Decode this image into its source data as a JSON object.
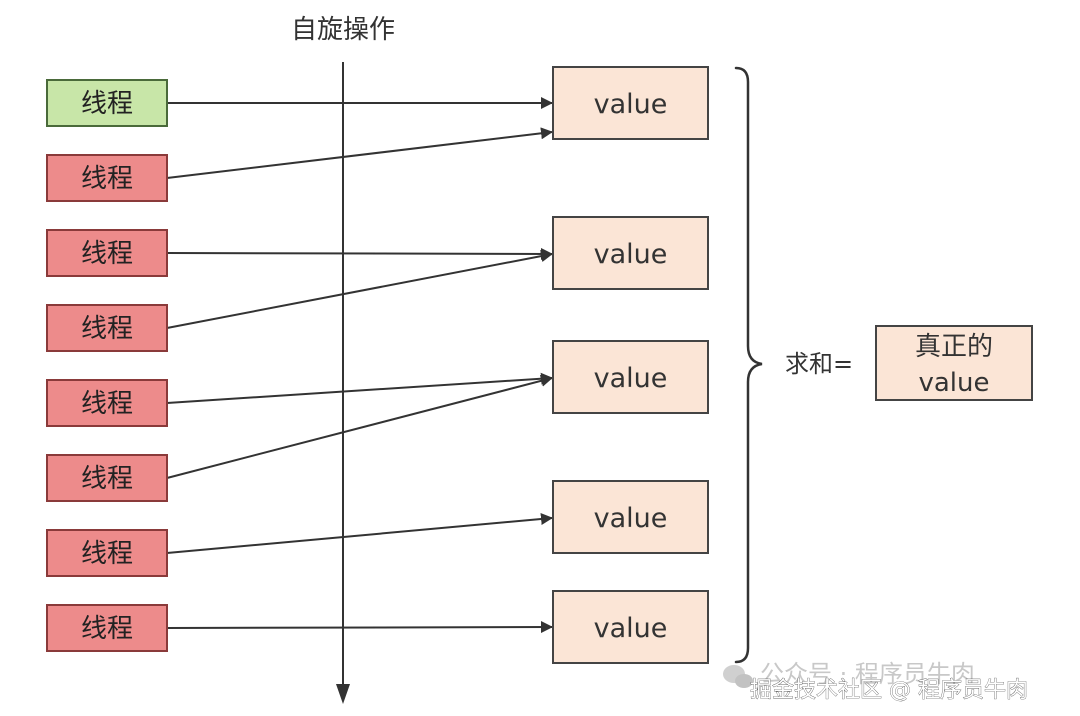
{
  "diagram": {
    "top_label": "自旋操作",
    "threads": [
      {
        "label": "线程",
        "color": "#c8e6a8",
        "target": 0,
        "entry": 0
      },
      {
        "label": "线程",
        "color": "#ed8b8b",
        "target": 0,
        "entry": 1
      },
      {
        "label": "线程",
        "color": "#ed8b8b",
        "target": 1,
        "entry": 0
      },
      {
        "label": "线程",
        "color": "#ed8b8b",
        "target": 1,
        "entry": 0
      },
      {
        "label": "线程",
        "color": "#ed8b8b",
        "target": 2,
        "entry": 0
      },
      {
        "label": "线程",
        "color": "#ed8b8b",
        "target": 2,
        "entry": 0
      },
      {
        "label": "线程",
        "color": "#ed8b8b",
        "target": 3,
        "entry": 0
      },
      {
        "label": "线程",
        "color": "#ed8b8b",
        "target": 4,
        "entry": 0
      }
    ],
    "cells": [
      {
        "label": "value"
      },
      {
        "label": "value"
      },
      {
        "label": "value"
      },
      {
        "label": "value"
      },
      {
        "label": "value"
      }
    ],
    "sum_label": "求和=",
    "result_line1": "真正的",
    "result_line2": "value",
    "colors": {
      "cell_fill": "#fbe5d6",
      "thread_border": "#8a3a3a",
      "cell_border": "#444444",
      "arrow": "#333333"
    }
  },
  "watermark": {
    "line1": "公众号 · 程序员牛肉",
    "line2": "掘金技术社区 @ 程序员牛肉"
  }
}
